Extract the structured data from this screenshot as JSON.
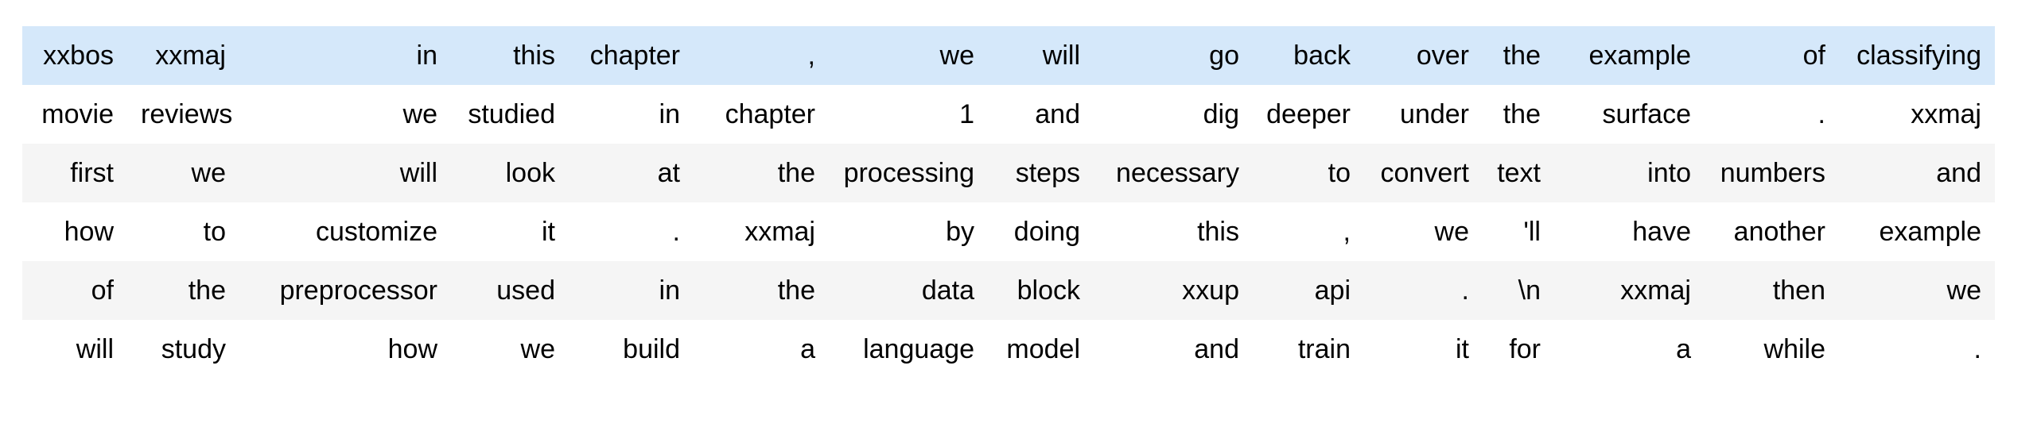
{
  "page": {
    "background_color": "#ffffff",
    "text_color": "#000000"
  },
  "chart_data": {
    "type": "table",
    "title": "",
    "columns_count": 15,
    "rows_count": 6,
    "header": null,
    "index_shown": false,
    "highlight_row_index": 0,
    "colors": {
      "highlight_row": "#d5e8fa",
      "stripe_row": "#f5f5f5",
      "plain_row": "#ffffff",
      "text": "#000000"
    },
    "layout_hints": {
      "cell_text_align": "right",
      "gridlines": "off",
      "stripe_pattern": "rows 1,3,5 (1-based odd) are gray; row 1 overridden by blue highlight"
    },
    "rows": [
      [
        "xxbos",
        "xxmaj",
        "in",
        "this",
        "chapter",
        ",",
        "we",
        "will",
        "go",
        "back",
        "over",
        "the",
        "example",
        "of",
        "classifying"
      ],
      [
        "movie",
        "reviews",
        "we",
        "studied",
        "in",
        "chapter",
        "1",
        "and",
        "dig",
        "deeper",
        "under",
        "the",
        "surface",
        ".",
        "xxmaj"
      ],
      [
        "first",
        "we",
        "will",
        "look",
        "at",
        "the",
        "processing",
        "steps",
        "necessary",
        "to",
        "convert",
        "text",
        "into",
        "numbers",
        "and"
      ],
      [
        "how",
        "to",
        "customize",
        "it",
        ".",
        "xxmaj",
        "by",
        "doing",
        "this",
        ",",
        "we",
        "'ll",
        "have",
        "another",
        "example"
      ],
      [
        "of",
        "the",
        "preprocessor",
        "used",
        "in",
        "the",
        "data",
        "block",
        "xxup",
        "api",
        ".",
        "\\n",
        "xxmaj",
        "then",
        "we"
      ],
      [
        "will",
        "study",
        "how",
        "we",
        "build",
        "a",
        "language",
        "model",
        "and",
        "train",
        "it",
        "for",
        "a",
        "while",
        "."
      ]
    ]
  }
}
